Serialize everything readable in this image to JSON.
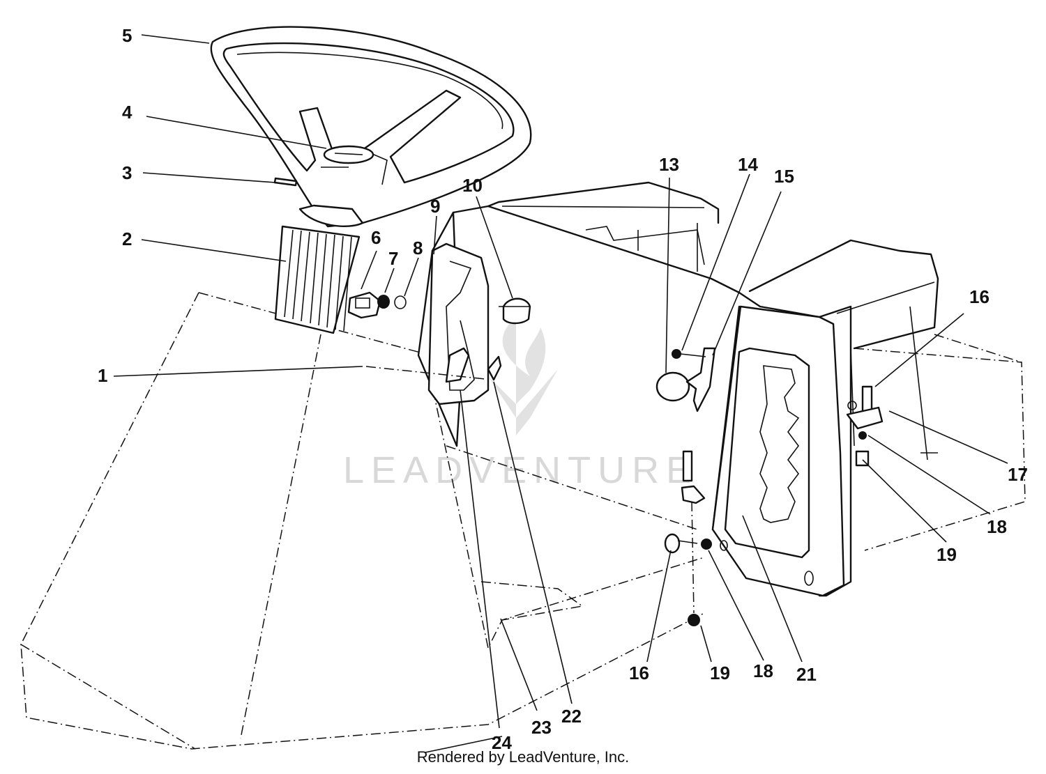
{
  "callouts": [
    {
      "id": "c1",
      "label": "1"
    },
    {
      "id": "c2",
      "label": "2"
    },
    {
      "id": "c3",
      "label": "3"
    },
    {
      "id": "c4",
      "label": "4"
    },
    {
      "id": "c5",
      "label": "5"
    },
    {
      "id": "c6",
      "label": "6"
    },
    {
      "id": "c7",
      "label": "7"
    },
    {
      "id": "c8",
      "label": "8"
    },
    {
      "id": "c9",
      "label": "9"
    },
    {
      "id": "c10",
      "label": "10"
    },
    {
      "id": "c13",
      "label": "13"
    },
    {
      "id": "c14",
      "label": "14"
    },
    {
      "id": "c15",
      "label": "15"
    },
    {
      "id": "c16a",
      "label": "16"
    },
    {
      "id": "c17",
      "label": "17"
    },
    {
      "id": "c18a",
      "label": "18"
    },
    {
      "id": "c19a",
      "label": "19"
    },
    {
      "id": "c16b",
      "label": "16"
    },
    {
      "id": "c19b",
      "label": "19"
    },
    {
      "id": "c18b",
      "label": "18"
    },
    {
      "id": "c21",
      "label": "21"
    },
    {
      "id": "c22",
      "label": "22"
    },
    {
      "id": "c23",
      "label": "23"
    },
    {
      "id": "c24",
      "label": "24"
    }
  ],
  "watermark": "LEADVENTURE",
  "footer": "Rendered by LeadVenture, Inc."
}
